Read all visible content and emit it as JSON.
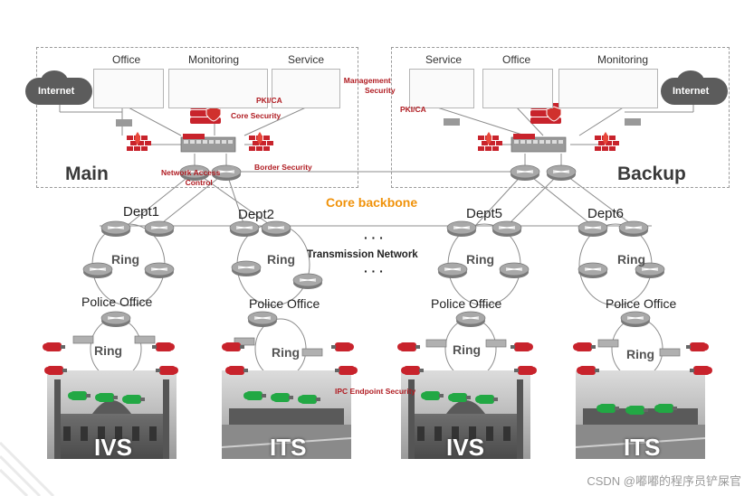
{
  "sites": {
    "main": {
      "title": "Main",
      "rooms": [
        "Office",
        "Monitoring",
        "Service"
      ]
    },
    "backup": {
      "title": "Backup",
      "rooms": [
        "Service",
        "Office",
        "Monitoring"
      ]
    }
  },
  "internet_left": "Internet",
  "internet_right": "Internet",
  "security": {
    "pki_ca_main": "PKI/CA",
    "pki_ca_backup": "PKI/CA",
    "management_security": "Management Security",
    "core_security": "Core Security",
    "network_access_control": "Network Access Control",
    "border_security": "Border Security",
    "ipc_endpoint_security": "IPC Endpoint Security"
  },
  "core_backbone": "Core backbone",
  "transmission_network": "Transmission Network",
  "ellipsis": "· · ·",
  "depts": [
    "Dept1",
    "Dept2",
    "Dept5",
    "Dept6"
  ],
  "ring_label": "Ring",
  "police_office": "Police Office",
  "photos": [
    "IVS",
    "ITS",
    "IVS",
    "ITS"
  ],
  "watermark": "CSDN @嘟嘟的程序员铲屎官",
  "colors": {
    "accent_orange": "#f0920a",
    "security_red": "#c8232c",
    "camera_green": "#22a844",
    "router_gray": "#8c8c8c"
  }
}
